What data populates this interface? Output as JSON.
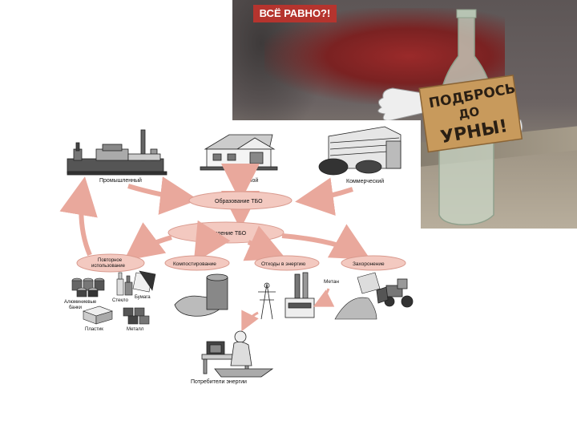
{
  "banner": {
    "title": "ВСЁ РАВНО?!"
  },
  "sign": {
    "lines": [
      "ПОДБРОСЬ",
      "ДО",
      "УРНЫ!"
    ]
  },
  "nodes": {
    "industrial": "Промышленный",
    "residential": "Жилой",
    "commercial": "Коммерческий",
    "generation": "Образование ТБО",
    "management": "Управление ТБО",
    "recycling_line1": "Повторное",
    "recycling_line2": "использование",
    "composting": "Компостирование",
    "waste_to_energy": "Отходы в энергию",
    "landfill": "Захоронение",
    "methane": "Метан",
    "energy_consumers": "Потребители энергии"
  },
  "materials": {
    "aluminum_line1": "Алюминиевые",
    "aluminum_line2": "банки",
    "glass": "Стекло",
    "paper": "Бумага",
    "plastic": "Пластик",
    "metal": "Металл"
  },
  "colors": {
    "banner_bg": "#b5342e",
    "ellipse_fill": "#f3c9c0",
    "ellipse_stroke": "#d99a8e",
    "arrow": "#e9a89c",
    "sign_board": "#c89a5c",
    "sign_text": "#2a1f14"
  }
}
